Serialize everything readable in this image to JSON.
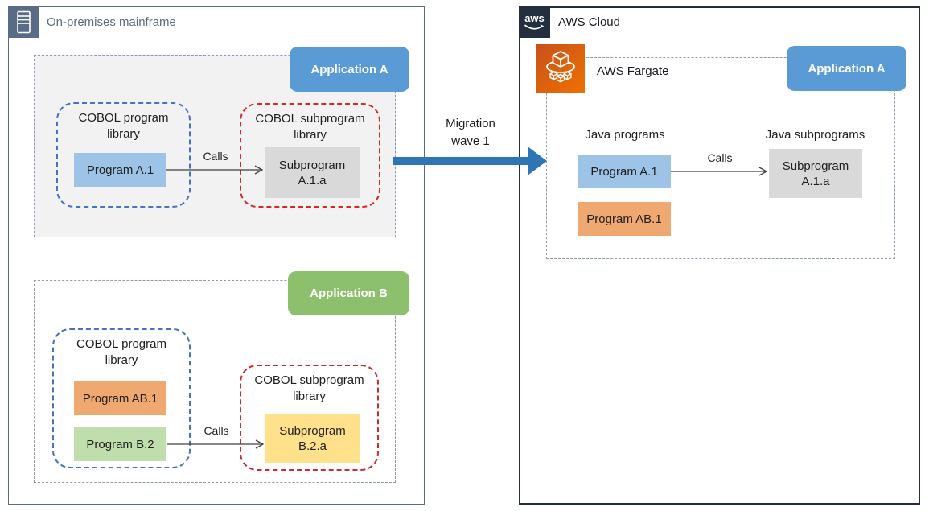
{
  "onprem": {
    "title": "On-premises mainframe",
    "application_a": {
      "badge": "Application A",
      "program_library_title": "COBOL program library",
      "program_a1": "Program A.1",
      "calls_label": "Calls",
      "subprogram_library_title": "COBOL subprogram library",
      "subprogram_a1a": "Subprogram A.1.a"
    },
    "application_b": {
      "badge": "Application B",
      "program_library_title": "COBOL program library",
      "program_ab1": "Program AB.1",
      "program_b2": "Program B.2",
      "calls_label": "Calls",
      "subprogram_library_title": "COBOL subprogram library",
      "subprogram_b2a": "Subprogram B.2.a"
    }
  },
  "migration": {
    "label": "Migration wave 1"
  },
  "aws_cloud": {
    "logo_text": "aws",
    "title": "AWS Cloud",
    "fargate_label": "AWS Fargate",
    "application_a": {
      "badge": "Application A",
      "programs_title": "Java programs",
      "subprograms_title": "Java subprograms",
      "program_a1": "Program A.1",
      "program_ab1": "Program AB.1",
      "calls_label": "Calls",
      "subprogram_a1a": "Subprogram A.1.a"
    }
  },
  "colors": {
    "onprem_accent": "#5A6B86",
    "aws_dark": "#232F3E",
    "fargate_orange_start": "#C8511B",
    "fargate_orange_end": "#EF7100",
    "application_a_badge": "#5B9BD5",
    "application_b_badge": "#8DC06C",
    "program_blue": "#9DC3E6",
    "program_orange": "#F0A871",
    "program_green": "#C0DEAC",
    "subprogram_gray": "#D9D9D9",
    "subprogram_yellow": "#FFE18C",
    "library_blue_border": "#4472C4",
    "library_red_border": "#CF2B2B",
    "container_dashed_border": "#8B99B5",
    "migration_arrow": "#2E75B6",
    "app_a_background": "#F2F2F2"
  }
}
